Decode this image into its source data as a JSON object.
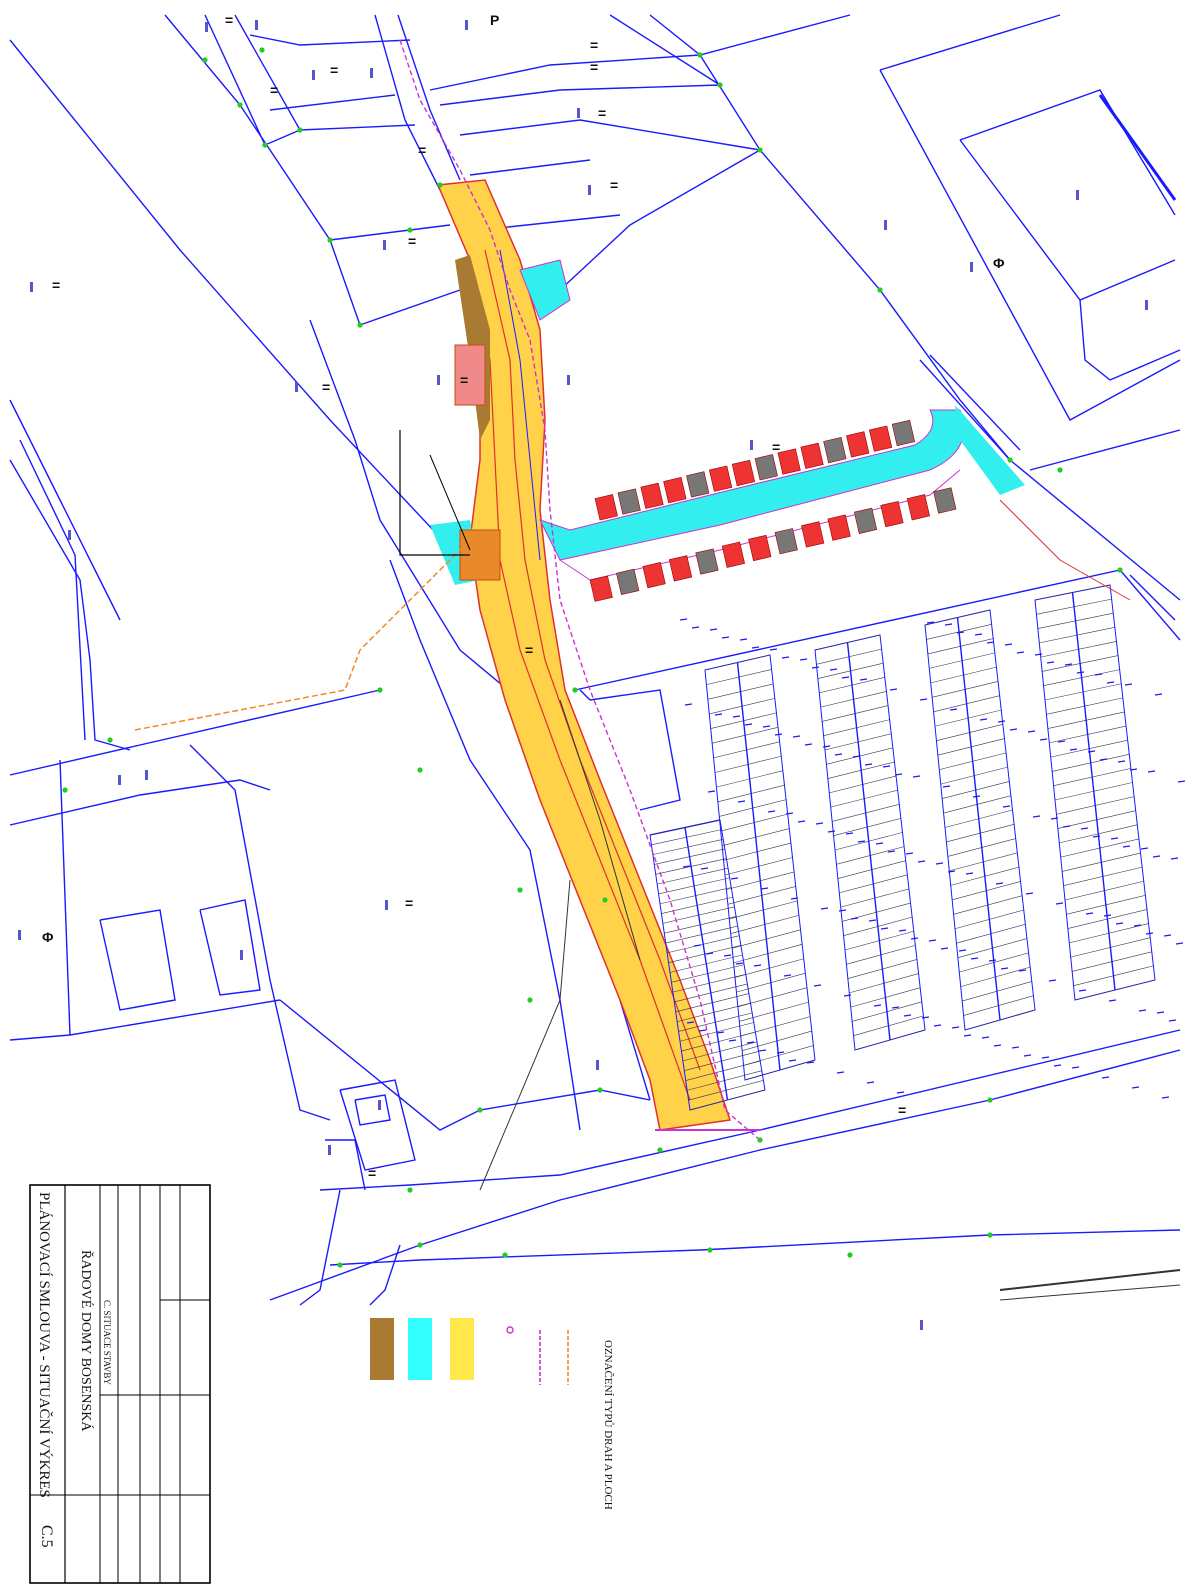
{
  "legend": {
    "heading": "OZNAČENÍ TYPŮ DRAH A PLOCH",
    "items": [
      {
        "label": "",
        "color": "#f08a24",
        "kind": "dashed-line"
      },
      {
        "label": "",
        "color": "#cc33cc",
        "kind": "dashed-line"
      },
      {
        "label": "",
        "color": "#cc33cc",
        "kind": "symbol"
      },
      {
        "label": "",
        "color": "#ffe84a",
        "kind": "fill"
      },
      {
        "label": "",
        "color": "#33ffff",
        "kind": "fill"
      },
      {
        "label": "",
        "color": "#a87a32",
        "kind": "fill"
      }
    ]
  },
  "title_block": {
    "project": "ŘADOVÉ DOMY BOSENSKÁ",
    "subtitle": "C. SITUACE STAVBY",
    "drawing_title": "PLÁNOVACÍ SMLOUVA - SITUAČNÍ VÝKRES",
    "sheet_number": "C.5"
  },
  "colors": {
    "parcel_line": "#1a1aff",
    "road_fill": "#ffd24a",
    "sidewalk_fill": "#33eeee",
    "parking_red": "#ee3333",
    "brown_fill": "#a87a32",
    "node_green": "#22cc22",
    "utility_orange": "#f08a24",
    "utility_magenta": "#cc33cc"
  },
  "symbols": {
    "equals": "=",
    "phi": "Φ",
    "p": "P"
  }
}
